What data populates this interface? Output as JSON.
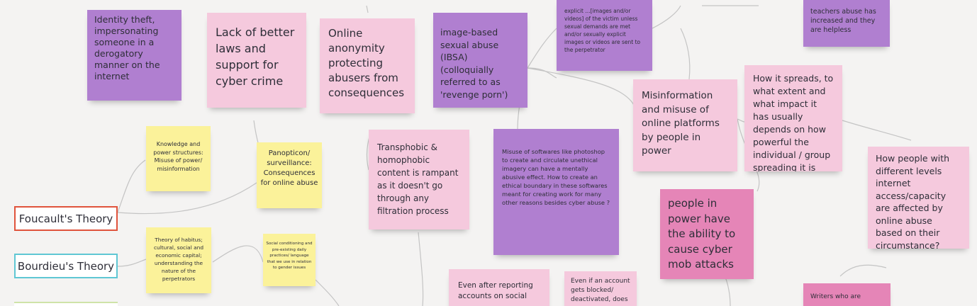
{
  "colors": {
    "canvas": "#f4f3f2",
    "purple_note": "#b07fd0",
    "pink_note": "#f5c9dd",
    "hot_pink_note": "#e585b7",
    "yellow_note": "#fbf29a",
    "foucault_border": "#e0533c",
    "bourdieu_border": "#5fc7d4"
  },
  "theories": {
    "foucault": "Foucault's Theory",
    "bourdieu": "Bourdieu's Theory"
  },
  "notes": {
    "identity_theft": "Identity theft, impersonating someone in a derogatory manner on the internet",
    "lack_of_laws": "Lack of better laws and support for cyber crime",
    "online_anonymity": "Online anonymity protecting abusers from consequences",
    "ibsa": "image-based sexual abuse (IBSA) (colloquially referred to as 'revenge porn')",
    "explicit": "explicit ...[images and/or videos] of the victim unless sexual demands are met and/or sexually explicit images or videos are sent to the perpetrator",
    "teachers": "teachers abuse has increased and they are helpless",
    "misinformation": "Misinformation and misuse of online platforms by people in power",
    "how_it_spreads": "How it spreads, to what extent and what impact it has usually depends on how powerful the individual / group spreading it is",
    "knowledge_power": "Knowledge and power structures: Misuse of power/ misinformation",
    "panopticon": "Panopticon/ surveillance: Consequences for online abuse",
    "transphobic": "Transphobic & homophobic content is rampant as it doesn't go through any filtration process",
    "software_misuse": "Misuse of softwares like photoshop  to create and circulate unethical imagery can have a mentally abusive effect. How to create an ethical boundary in these softwares meant for creating work for many other reasons besides cyber abuse ?",
    "internet_access": "How people with different levels internet access/capacity are affected by online abuse based on their circumstance?",
    "mob_attacks": "people in power have the ability to cause cyber mob attacks",
    "habitus": "Theory of habitus; cultural, social and economic capital; understanding the nature of the perpetrators",
    "social_conditioning": "Social conditioning and pre-existing daily practices/ language that we use in relation to gender issues",
    "after_reporting": "Even after reporting accounts on social",
    "account_blocked": "Even if an account gets blocked/ deactivated, does",
    "writers": "Writers who are"
  }
}
